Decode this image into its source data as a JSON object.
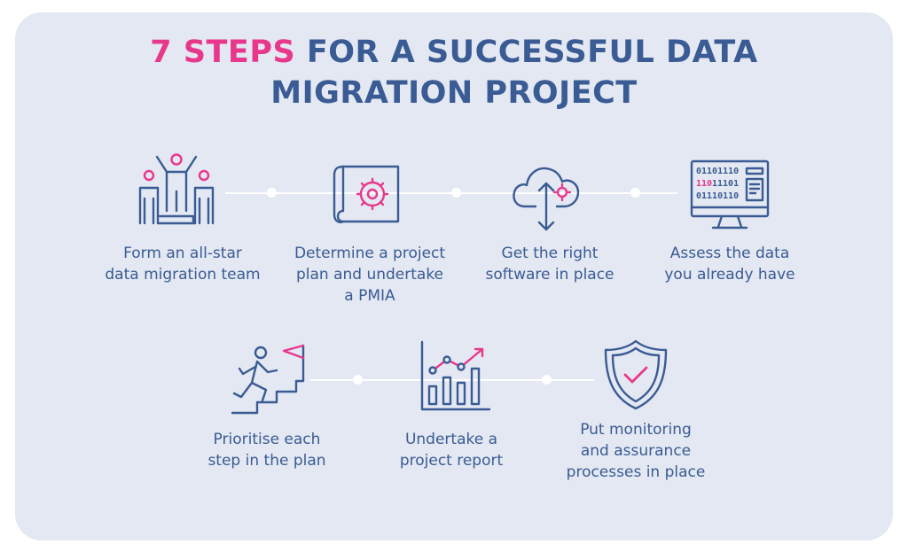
{
  "title": {
    "highlight": "7 STEPS",
    "line1_rest": " FOR A SUCCESSFUL DATA",
    "line2": "MIGRATION PROJECT"
  },
  "colors": {
    "primary": "#3a5b94",
    "accent": "#e8388c",
    "background": "#e3e8f2"
  },
  "steps": [
    {
      "icon": "team-icon",
      "lines": [
        "Form an all-star",
        "data migration team"
      ]
    },
    {
      "icon": "blueprint-gear-icon",
      "lines": [
        "Determine a project",
        "plan and undertake",
        "a PMIA"
      ]
    },
    {
      "icon": "cloud-software-icon",
      "lines": [
        "Get the right",
        "software in place"
      ]
    },
    {
      "icon": "binary-monitor-icon",
      "lines": [
        "Assess the data",
        "you already have"
      ]
    },
    {
      "icon": "climbing-flag-icon",
      "lines": [
        "Prioritise each",
        "step in the plan"
      ]
    },
    {
      "icon": "chart-report-icon",
      "lines": [
        "Undertake a",
        "project report"
      ]
    },
    {
      "icon": "shield-check-icon",
      "lines": [
        "Put monitoring",
        "and assurance",
        "processes in place"
      ]
    }
  ],
  "binary": [
    "01101110",
    "110",
    "11101",
    "01110110"
  ]
}
